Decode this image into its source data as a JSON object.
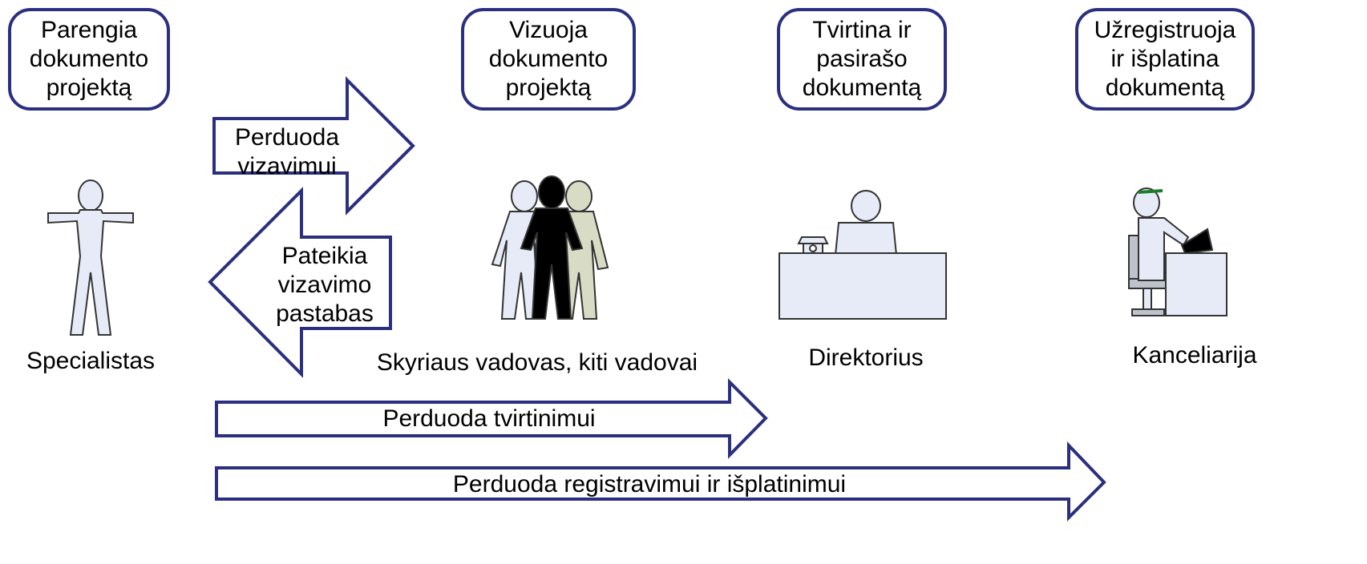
{
  "boxes": {
    "prepare": "Parengia\ndokumento\nprojektą",
    "endorse": "Vizuoja\ndokumento\nprojektą",
    "approve": "Tvirtina ir\npasirašo\ndokumentą",
    "register": "Užregistruoja\nir išplatina\ndokumentą"
  },
  "actors": {
    "specialist": "Specialistas",
    "heads": "Skyriaus vadovas, kiti vadovai",
    "director": "Direktorius",
    "office": "Kanceliarija"
  },
  "arrows": {
    "to_endorse": "Perduoda\nvizavimui",
    "return_comments": "Pateikia\nvizavimo\npastabas",
    "to_approve": "Perduoda tvirtinimui",
    "to_register": "Perduoda registravimui ir išplatinimui"
  },
  "colors": {
    "outline": "#2b2f7f",
    "figure_fill": "#e6ebf7",
    "figure_black": "#000000",
    "figure_khaki": "#d9dcc4",
    "desk_fill": "#e6ebf7"
  }
}
